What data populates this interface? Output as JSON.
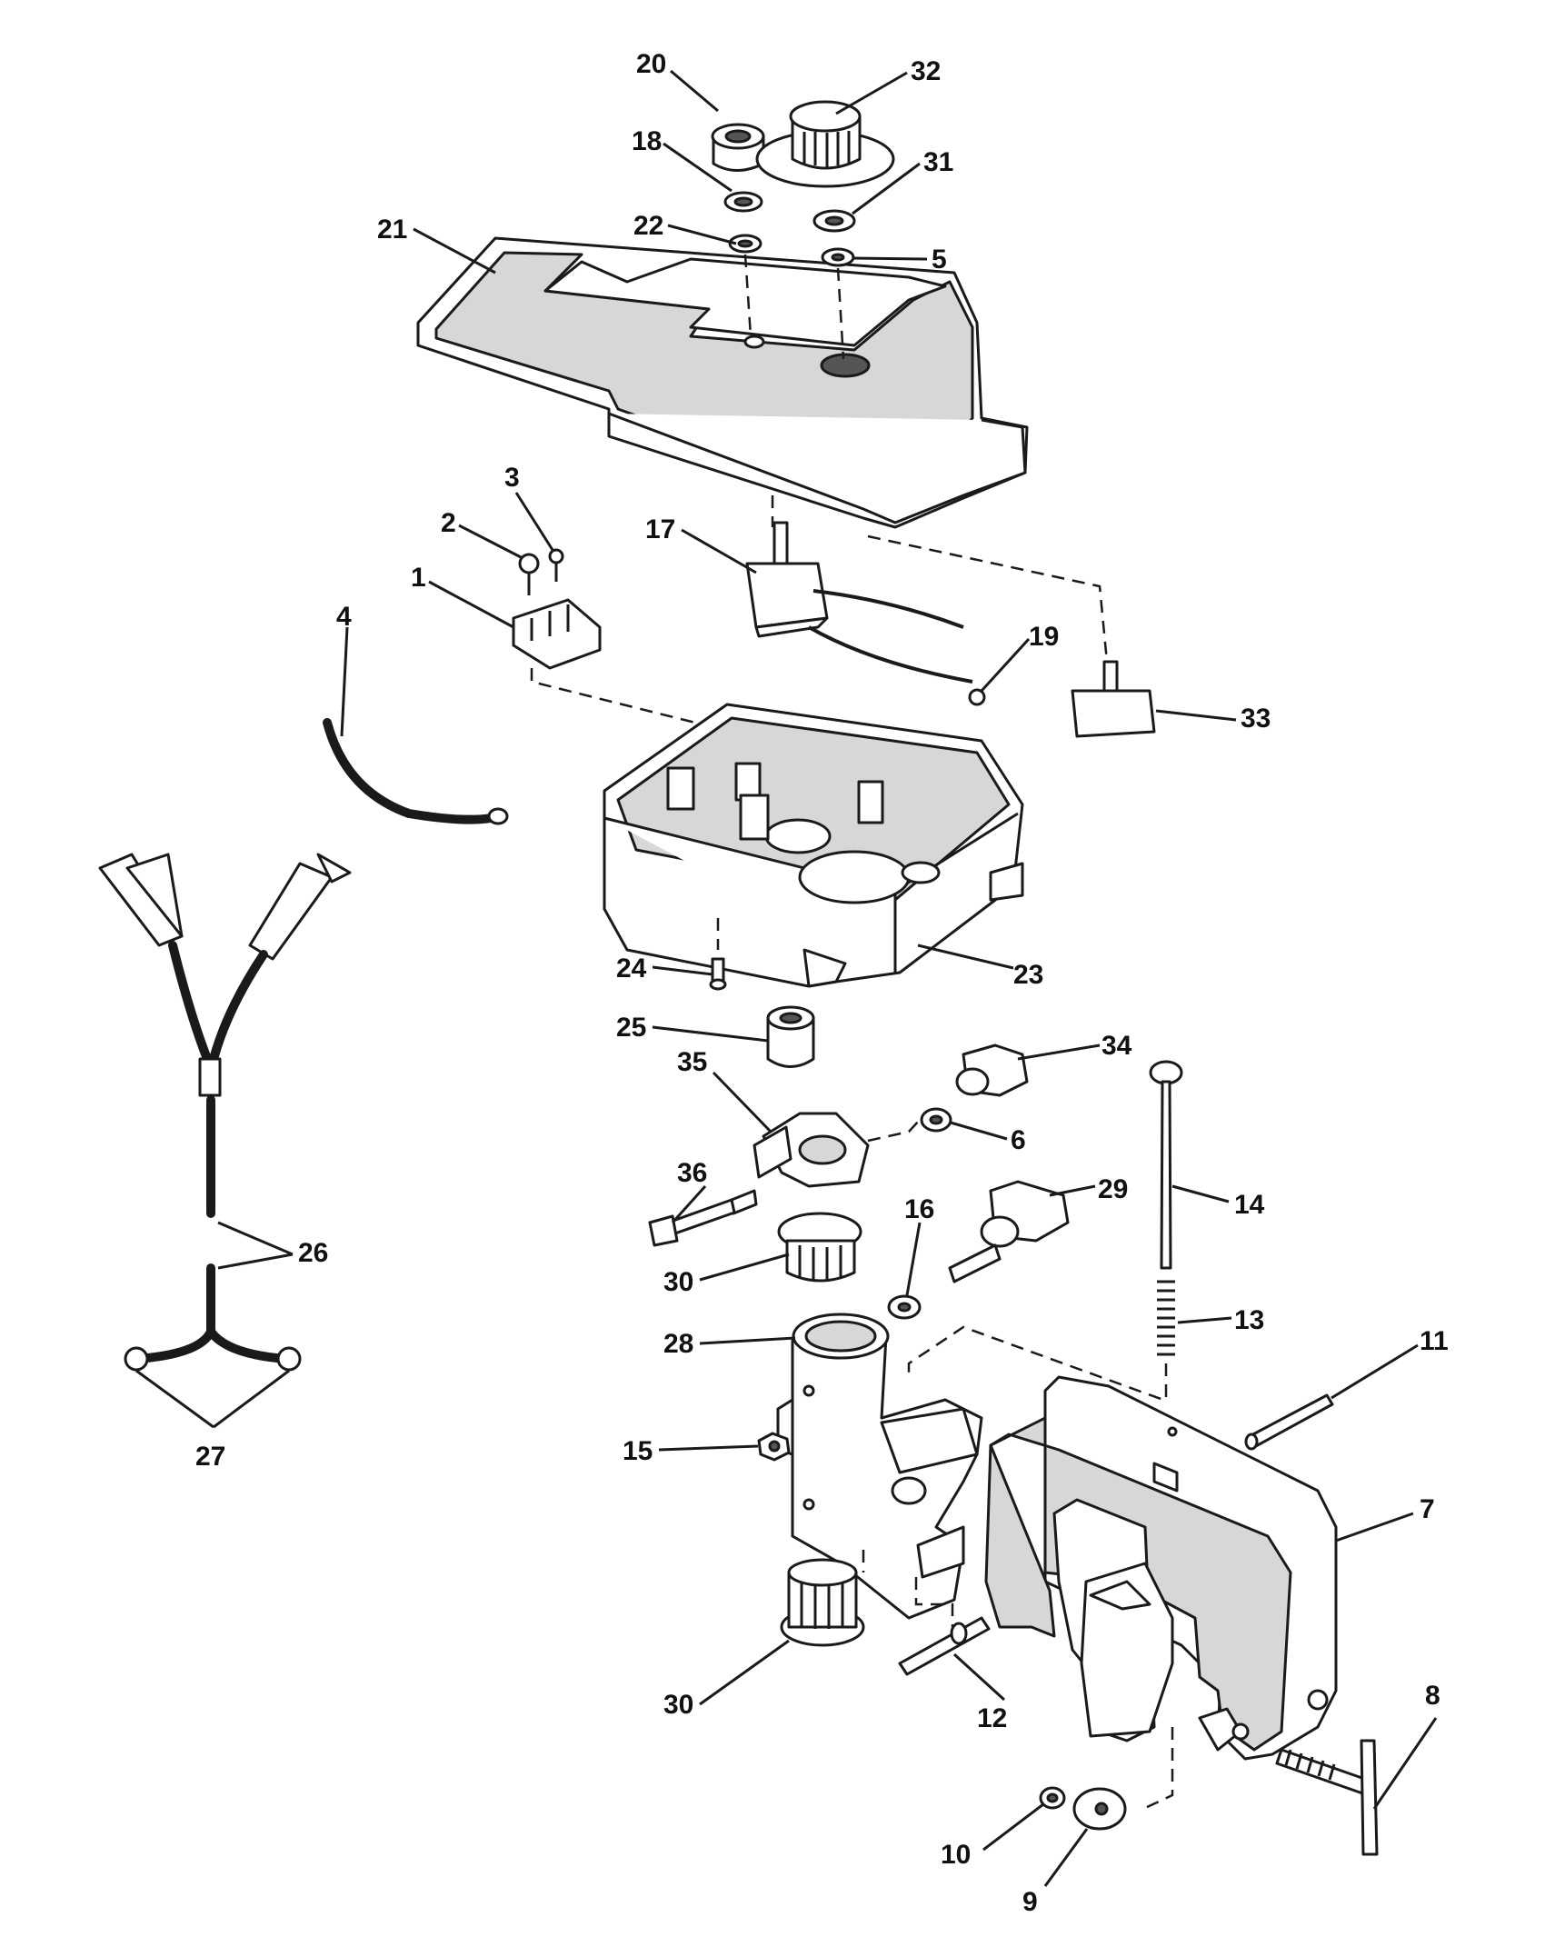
{
  "callouts": [
    {
      "id": "1",
      "text": "1"
    },
    {
      "id": "2",
      "text": "2"
    },
    {
      "id": "3",
      "text": "3"
    },
    {
      "id": "4",
      "text": "4"
    },
    {
      "id": "5",
      "text": "5"
    },
    {
      "id": "6",
      "text": "6"
    },
    {
      "id": "7",
      "text": "7"
    },
    {
      "id": "8",
      "text": "8"
    },
    {
      "id": "9",
      "text": "9"
    },
    {
      "id": "10",
      "text": "10"
    },
    {
      "id": "11",
      "text": "11"
    },
    {
      "id": "12",
      "text": "12"
    },
    {
      "id": "13",
      "text": "13"
    },
    {
      "id": "14",
      "text": "14"
    },
    {
      "id": "15",
      "text": "15"
    },
    {
      "id": "16",
      "text": "16"
    },
    {
      "id": "17",
      "text": "17"
    },
    {
      "id": "18",
      "text": "18"
    },
    {
      "id": "19",
      "text": "19"
    },
    {
      "id": "20",
      "text": "20"
    },
    {
      "id": "21",
      "text": "21"
    },
    {
      "id": "22",
      "text": "22"
    },
    {
      "id": "23",
      "text": "23"
    },
    {
      "id": "24",
      "text": "24"
    },
    {
      "id": "25",
      "text": "25"
    },
    {
      "id": "26",
      "text": "26"
    },
    {
      "id": "27",
      "text": "27"
    },
    {
      "id": "28",
      "text": "28"
    },
    {
      "id": "29",
      "text": "29"
    },
    {
      "id": "30a",
      "text": "30"
    },
    {
      "id": "30b",
      "text": "30"
    },
    {
      "id": "31",
      "text": "31"
    },
    {
      "id": "32",
      "text": "32"
    },
    {
      "id": "33",
      "text": "33"
    },
    {
      "id": "34",
      "text": "34"
    },
    {
      "id": "35",
      "text": "35"
    },
    {
      "id": "36",
      "text": "36"
    }
  ]
}
